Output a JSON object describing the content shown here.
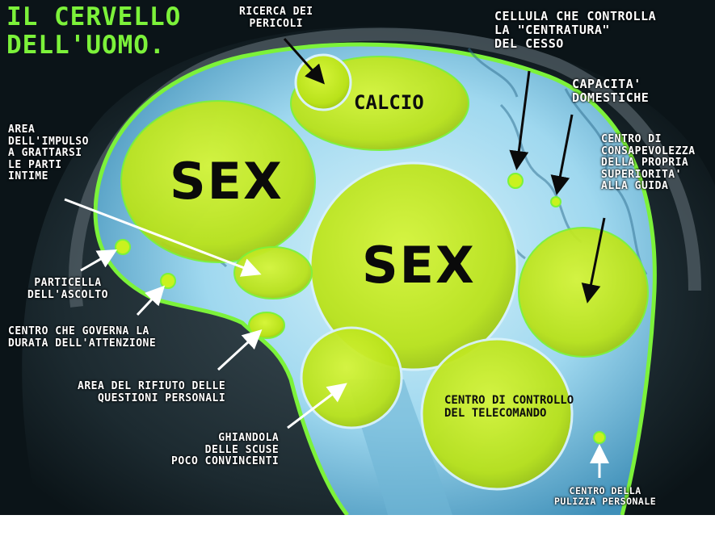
{
  "title": "IL CERVELLO\nDELL'UOMO.",
  "regions": {
    "sex_top": "SEX",
    "sex_center": "SEX",
    "calcio": "CALCIO",
    "telecomando": "CENTRO DI CONTROLLO\nDEL TELECOMANDO"
  },
  "labels": {
    "ricerca": "RICERCA DEI\nPERICOLI",
    "cellula": "CELLULA CHE CONTROLLA\nLA \"CENTRATURA\"\nDEL CESSO",
    "capacita": "CAPACITA'\nDOMESTICHE",
    "consapevolezza": "CENTRO DI\nCONSAPEVOLEZZA\nDELLA PROPRIA\nSUPERIORITA'\nALLA GUIDA",
    "impulso": "AREA\nDELL'IMPULSO\nA GRATTARSI\nLE PARTI\nINTIME",
    "ascolto": "PARTICELLA\nDELL'ASCOLTO",
    "attenzione": "CENTRO CHE GOVERNA LA\nDURATA DELL'ATTENZIONE",
    "rifiuto": "AREA DEL RIFIUTO DELLE\nQUESTIONI PERSONALI",
    "ghiandola": "GHIANDOLA\nDELLE SCUSE\nPOCO CONVINCENTI",
    "pulizia": "CENTRO DELLA\nPULIZIA PERSONALE"
  },
  "colors": {
    "title": "#7cf23a",
    "outline": "#7cf23a",
    "region_fill": "#c9f21e",
    "brain": "#9fd8ef"
  }
}
